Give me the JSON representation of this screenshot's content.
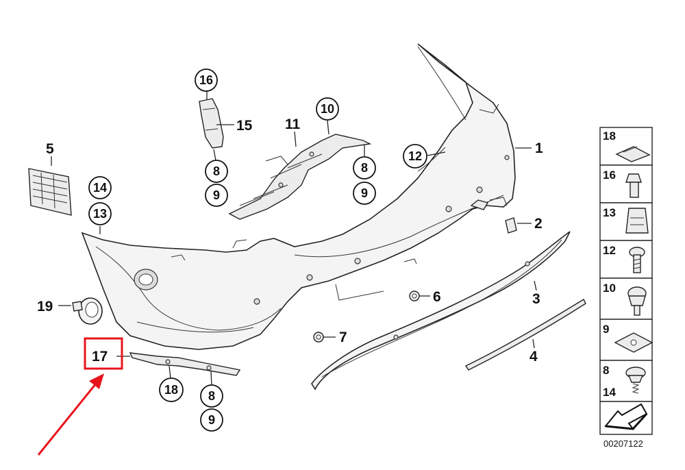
{
  "callouts": {
    "c1": "1",
    "c2": "2",
    "c3": "3",
    "c4": "4",
    "c5": "5",
    "c6": "6",
    "c7": "7",
    "c8a": "8",
    "c8b": "8",
    "c8c": "8",
    "c9a": "9",
    "c9b": "9",
    "c9c": "9",
    "c10": "10",
    "c11": "11",
    "c12": "12",
    "c13": "13",
    "c14": "14",
    "c15": "15",
    "c16": "16",
    "c17": "17",
    "c18": "18",
    "c19": "19"
  },
  "legend": {
    "items": [
      "18",
      "16",
      "13",
      "12",
      "10",
      "9",
      "8",
      "14"
    ]
  },
  "diagram_code": "00207122",
  "highlight": {
    "color": "#e8141c"
  }
}
